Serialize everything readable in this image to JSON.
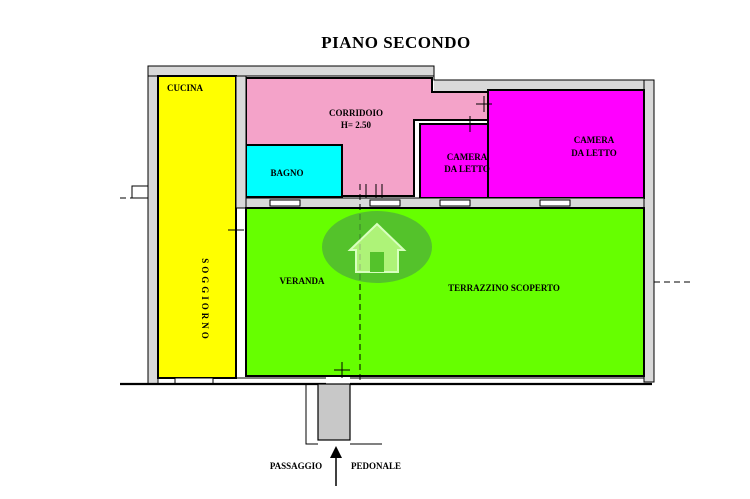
{
  "title": "PIANO SECONDO",
  "rooms": {
    "cucina": "CUCINA",
    "soggiorno": "SOGGIORNO",
    "corridoio": "CORRIDOIO",
    "corridoio_height": "H= 2.50",
    "bagno": "BAGNO",
    "camera1_line1": "CAMERA",
    "camera1_line2": "DA LETTO",
    "camera2_line1": "CAMERA",
    "camera2_line2": "DA LETTO",
    "veranda": "VERANDA",
    "terrazzino": "TERRAZZINO SCOPERTO"
  },
  "entrance": {
    "passaggio": "PASSAGGIO",
    "pedonale": "PEDONALE"
  },
  "colors": {
    "kitchen_living": "#ffff00",
    "corridor": "#f4a3c9",
    "bathroom": "#00ffff",
    "bedroom": "#ff00ff",
    "terrace": "#66ff00",
    "passage": "#c8c8c8",
    "logo": "#4fae3a"
  },
  "icons": [
    "house-logo-icon",
    "arrow-up-icon"
  ]
}
